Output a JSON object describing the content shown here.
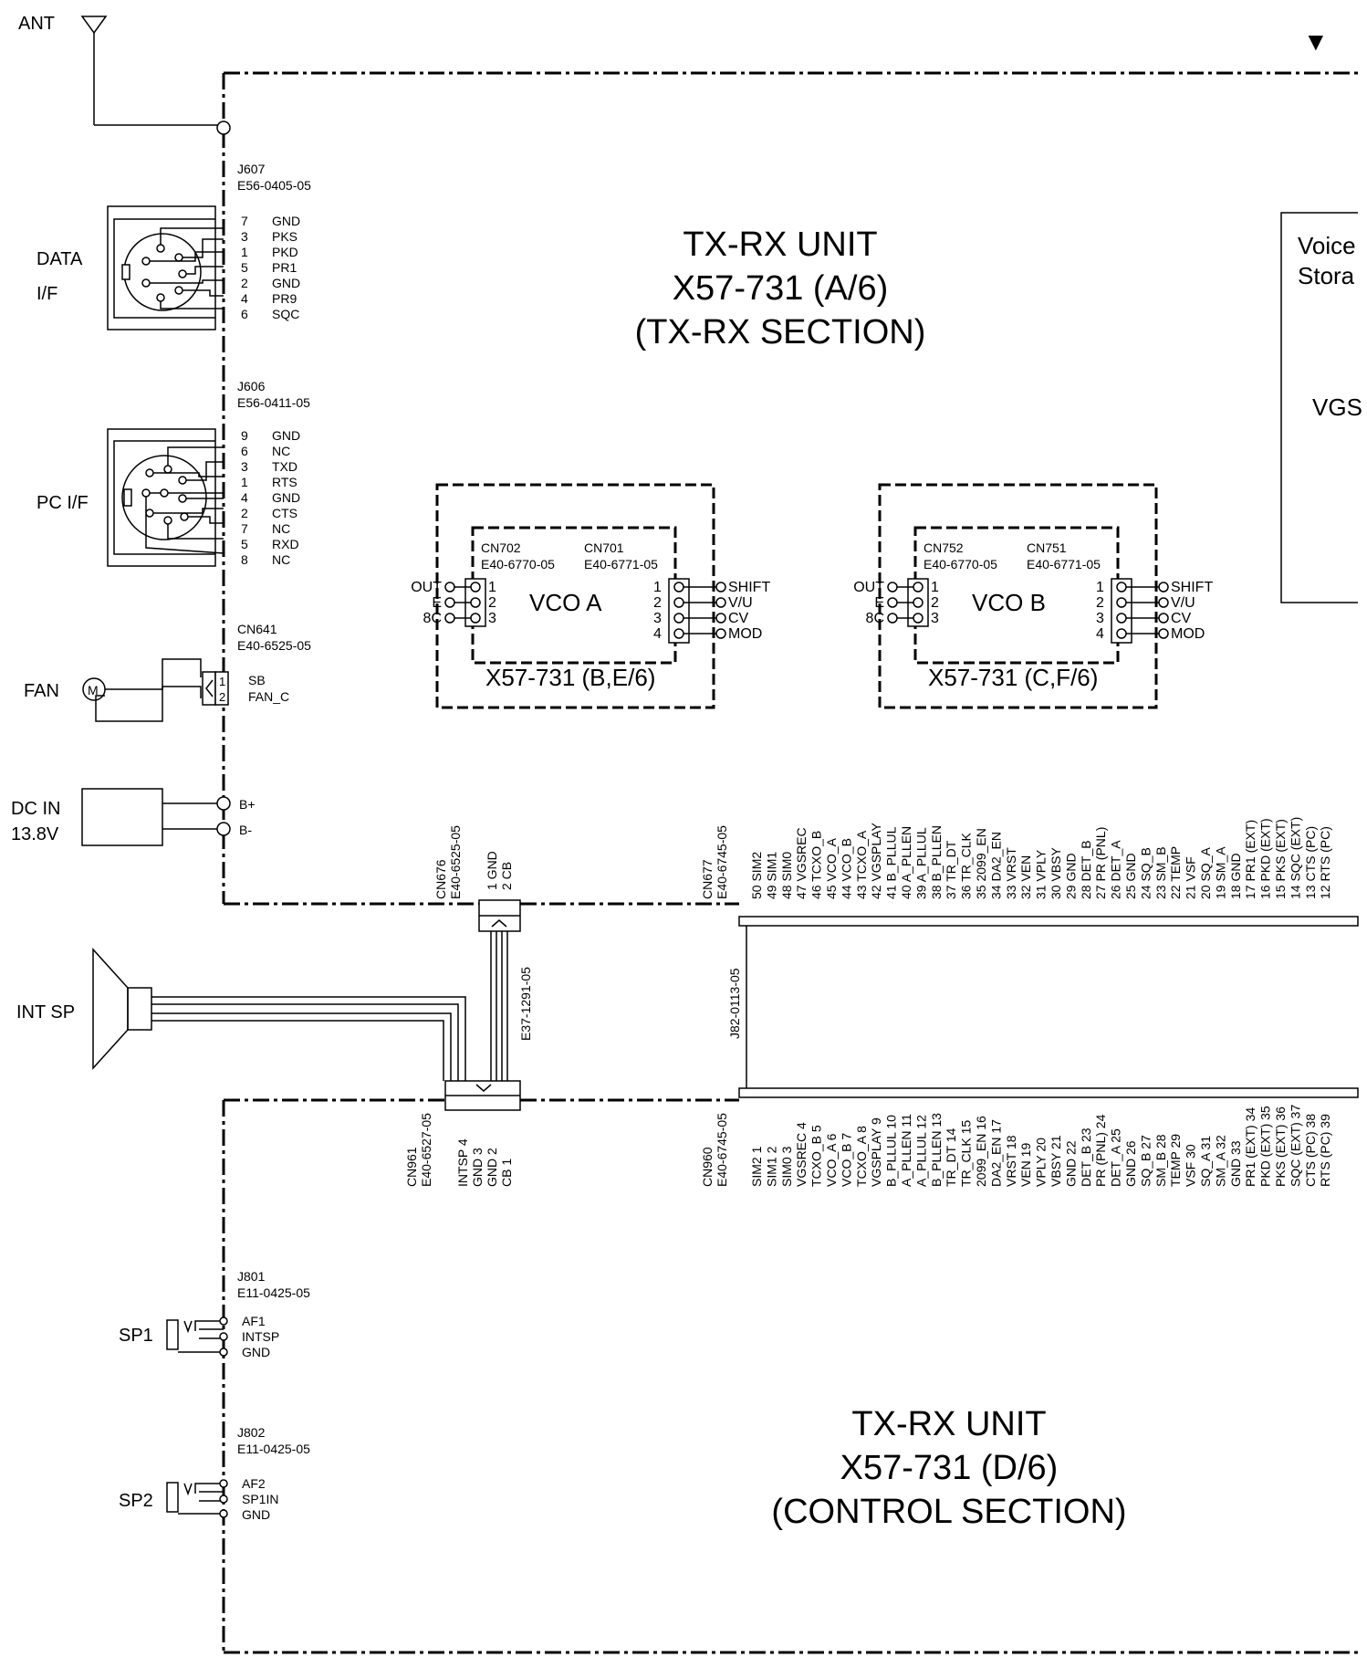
{
  "antenna": {
    "label": "ANT"
  },
  "arrow_marker": "▼",
  "main_unit": {
    "title": "TX-RX UNIT",
    "part": "X57-731 (A/6)",
    "section": "(TX-RX SECTION)"
  },
  "control_unit": {
    "title": "TX-RX UNIT",
    "part": "X57-731 (D/6)",
    "section": "(CONTROL SECTION)"
  },
  "voice_box": {
    "line1": "Voice",
    "line2": "Stora",
    "chip": "VGS"
  },
  "data_if": {
    "label1": "DATA",
    "label2": "I/F",
    "ref": "J607",
    "part": "E56-0405-05",
    "pins": [
      {
        "num": "7",
        "name": "GND"
      },
      {
        "num": "3",
        "name": "PKS"
      },
      {
        "num": "1",
        "name": "PKD"
      },
      {
        "num": "5",
        "name": "PR1"
      },
      {
        "num": "2",
        "name": "GND"
      },
      {
        "num": "4",
        "name": "PR9"
      },
      {
        "num": "6",
        "name": "SQC"
      }
    ]
  },
  "pc_if": {
    "label": "PC I/F",
    "ref": "J606",
    "part": "E56-0411-05",
    "pins": [
      {
        "num": "9",
        "name": "GND"
      },
      {
        "num": "6",
        "name": "NC"
      },
      {
        "num": "3",
        "name": "TXD"
      },
      {
        "num": "1",
        "name": "RTS"
      },
      {
        "num": "4",
        "name": "GND"
      },
      {
        "num": "2",
        "name": "CTS"
      },
      {
        "num": "7",
        "name": "NC"
      },
      {
        "num": "5",
        "name": "RXD"
      },
      {
        "num": "8",
        "name": "NC"
      }
    ]
  },
  "fan": {
    "label": "FAN",
    "ref": "CN641",
    "part": "E40-6525-05",
    "pins": [
      {
        "num": "1",
        "name": "SB"
      },
      {
        "num": "2",
        "name": "FAN_C"
      }
    ]
  },
  "dc_in": {
    "label1": "DC IN",
    "label2": "13.8V",
    "plus": "B+",
    "minus": "B-"
  },
  "vco_a": {
    "name": "VCO A",
    "unit": "X57-731 (B,E/6)",
    "cn_left": "CN702",
    "cn_left_part": "E40-6770-05",
    "cn_right": "CN701",
    "cn_right_part": "E40-6771-05",
    "left_pins": [
      {
        "sig": "OUT",
        "num": "1"
      },
      {
        "sig": "E",
        "num": "2"
      },
      {
        "sig": "8C",
        "num": "3"
      }
    ],
    "right_pins": [
      {
        "num": "1",
        "sig": "SHIFT"
      },
      {
        "num": "2",
        "sig": "V/U"
      },
      {
        "num": "3",
        "sig": "CV"
      },
      {
        "num": "4",
        "sig": "MOD"
      }
    ]
  },
  "vco_b": {
    "name": "VCO B",
    "unit": "X57-731 (C,F/6)",
    "cn_left": "CN752",
    "cn_left_part": "E40-6770-05",
    "cn_right": "CN751",
    "cn_right_part": "E40-6771-05",
    "left_pins": [
      {
        "sig": "OUT",
        "num": "1"
      },
      {
        "sig": "E",
        "num": "2"
      },
      {
        "sig": "8C",
        "num": "3"
      }
    ],
    "right_pins": [
      {
        "num": "1",
        "sig": "SHIFT"
      },
      {
        "num": "2",
        "sig": "V/U"
      },
      {
        "num": "3",
        "sig": "CV"
      },
      {
        "num": "4",
        "sig": "MOD"
      }
    ]
  },
  "cn676": {
    "ref": "CN676",
    "part": "E40-6525-05",
    "pins": [
      "1 GND",
      "2 CB"
    ]
  },
  "cable_e37": "E37-1291-05",
  "cn961": {
    "ref": "CN961",
    "part": "E40-6527-05",
    "pins": [
      "INTSP 4",
      "GND 3",
      "GND 2",
      "CB 1"
    ]
  },
  "int_sp": "INT SP",
  "cn677": {
    "ref": "CN677",
    "part": "E40-6745-05",
    "pins": [
      "50 SIM2",
      "49 SIM1",
      "48 SIM0",
      "47 VGSREC",
      "46 TCXO_B",
      "45 VCO_A",
      "44 VCO_B",
      "43 TCXO_A",
      "42 VGSPLAY",
      "41 B_PLLUL",
      "40 A_PLLEN",
      "39 A_PLLUL",
      "38 B_PLLEN",
      "37 TR_DT",
      "36 TR_CLK",
      "35 2099_EN",
      "34 DA2_EN",
      "33 VRST",
      "32 VEN",
      "31 VPLY",
      "30 VBSY",
      "29 GND",
      "28 DET_B",
      "27 PR (PNL)",
      "26 DET_A",
      "25 GND",
      "24 SQ_B",
      "23 SM_B",
      "22 TEMP",
      "21 VSF",
      "20 SQ_A",
      "19 SM_A",
      "18 GND",
      "17 PR1 (EXT)",
      "16 PKD (EXT)",
      "15 PKS (EXT)",
      "14 SQC (EXT)",
      "13 CTS (PC)",
      "12 RTS (PC)"
    ]
  },
  "cable_j82": "J82-0113-05",
  "cn960": {
    "ref": "CN960",
    "part": "E40-6745-05",
    "pins": [
      "SIM2 1",
      "SIM1 2",
      "SIM0 3",
      "VGSREC 4",
      "TCXO_B 5",
      "VCO_A 6",
      "VCO_B 7",
      "TCXO_A 8",
      "VGSPLAY 9",
      "B_PLLUL 10",
      "A_PLLEN 11",
      "A_PLLUL 12",
      "B_PLLEN 13",
      "TR_DT 14",
      "TR_CLK 15",
      "2099_EN 16",
      "DA2_EN 17",
      "VRST 18",
      "VEN 19",
      "VPLY 20",
      "VBSY 21",
      "GND 22",
      "DET_B 23",
      "PR (PNL) 24",
      "DET_A 25",
      "GND 26",
      "SQ_B 27",
      "SM_B 28",
      "TEMP 29",
      "VSF 30",
      "SQ_A 31",
      "SM_A 32",
      "GND 33",
      "PR1 (EXT) 34",
      "PKD (EXT) 35",
      "PKS (EXT) 36",
      "SQC (EXT) 37",
      "CTS (PC) 38",
      "RTS (PC) 39"
    ]
  },
  "sp1": {
    "label": "SP1",
    "ref": "J801",
    "part": "E11-0425-05",
    "pins": [
      "AF1",
      "INTSP",
      "GND"
    ]
  },
  "sp2": {
    "label": "SP2",
    "ref": "J802",
    "part": "E11-0425-05",
    "pins": [
      "AF2",
      "SP1IN",
      "GND"
    ]
  }
}
